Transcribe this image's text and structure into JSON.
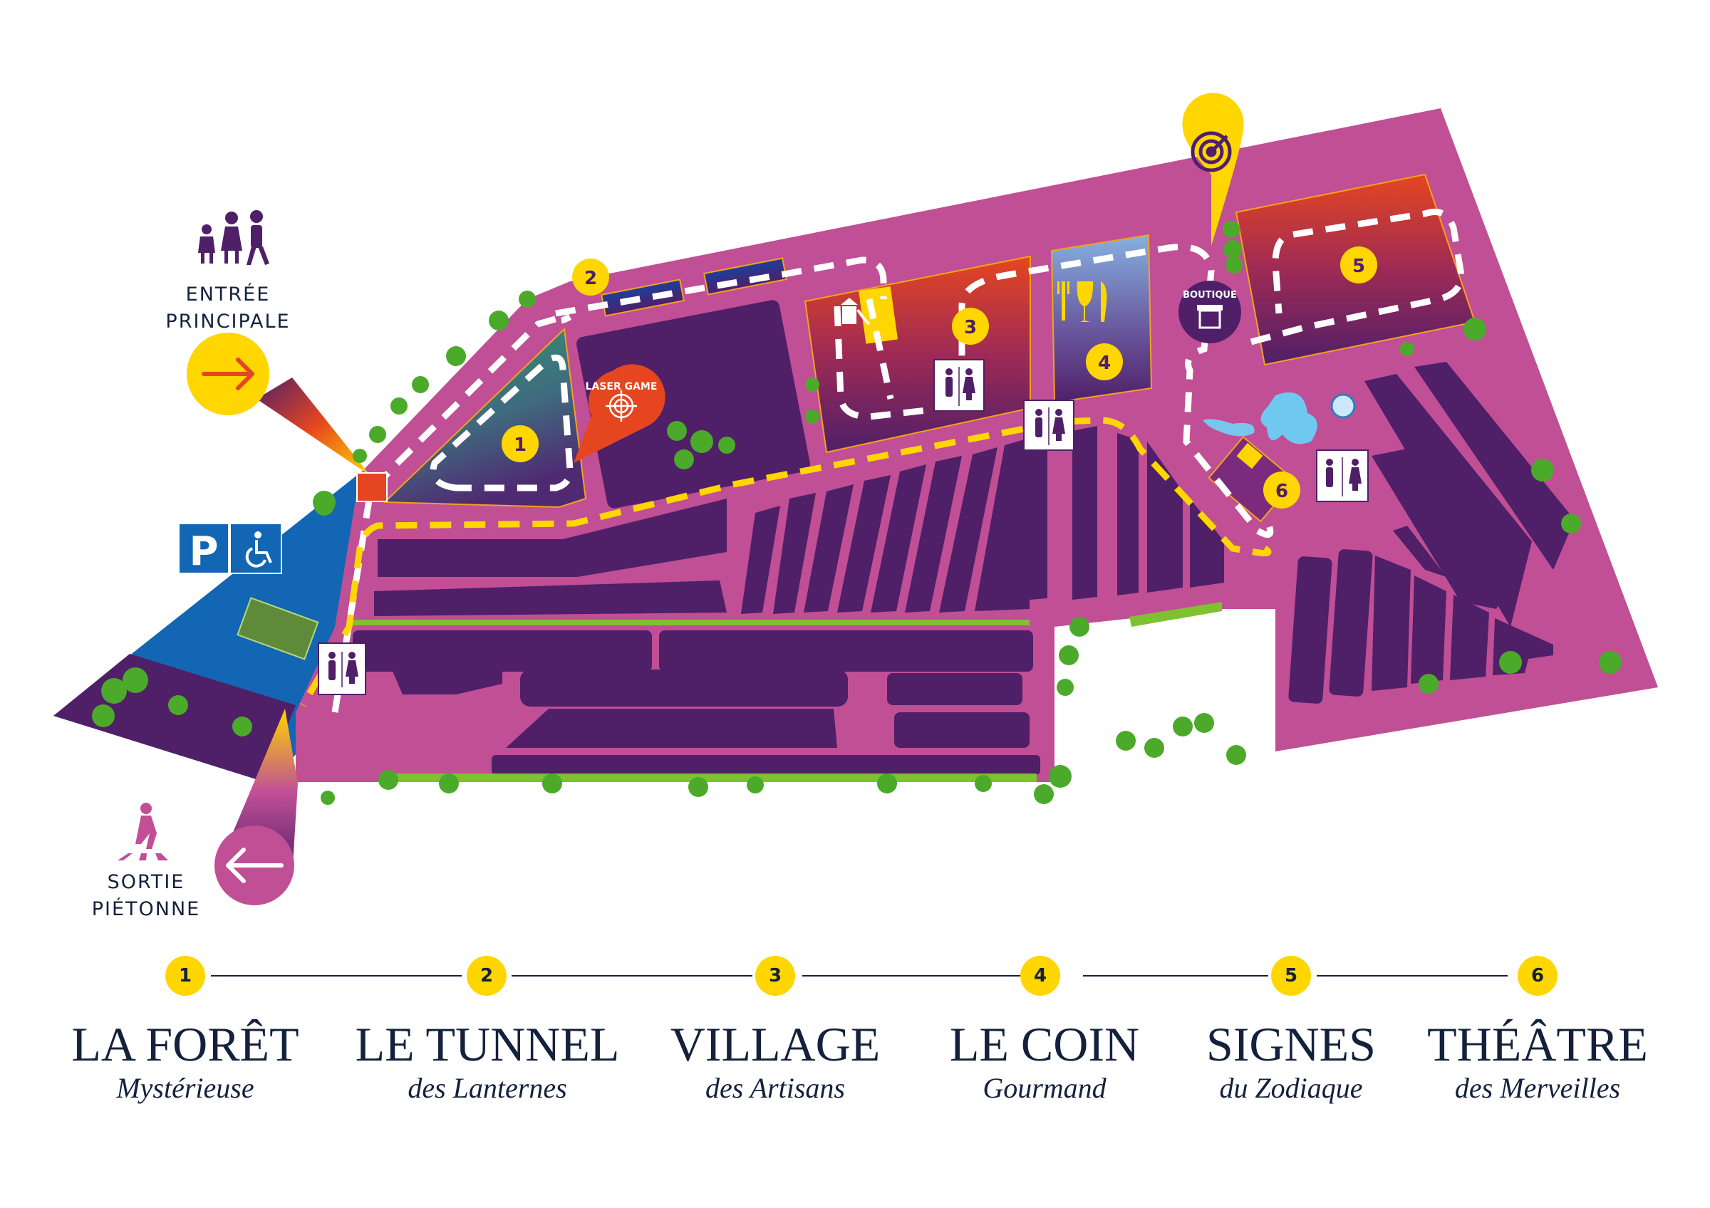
{
  "map": {
    "colors": {
      "ground": "#c04f96",
      "stall": "#4f1f68",
      "parking": "#1366b3",
      "accent_yellow": "#ffd600",
      "laser_orange": "#e5461f",
      "path_white": "#ffffff",
      "text_navy": "#14213d",
      "hedge_green": "#7fc130"
    },
    "entrance": {
      "label_line1": "ENTRÉE",
      "label_line2": "PRINCIPALE",
      "icon": "family-walking-icon",
      "arrow_icon": "arrow-right-icon"
    },
    "exit": {
      "label_line1": "SORTIE",
      "label_line2": "PIÉTONNE",
      "icon": "pedestrian-crossing-icon",
      "arrow_icon": "arrow-left-icon"
    },
    "parking": {
      "p_label": "P",
      "accessible_icon": "wheelchair-icon"
    },
    "markers": {
      "laser_game": "LASER GAME",
      "boutique": "BOUTIQUE",
      "target_icon": "target-dart-icon",
      "restaurant_icon": "fork-glass-knife-icon",
      "playground_icon": "playground-slide-icon",
      "toilets_icon": "toilets-icon"
    },
    "zones": [
      {
        "num": "1"
      },
      {
        "num": "2"
      },
      {
        "num": "3"
      },
      {
        "num": "4"
      },
      {
        "num": "5"
      },
      {
        "num": "6"
      }
    ]
  },
  "legend": {
    "items": [
      {
        "num": "1",
        "title": "LA FORÊT",
        "subtitle": "Mystérieuse"
      },
      {
        "num": "2",
        "title": "LE TUNNEL",
        "subtitle": "des Lanternes"
      },
      {
        "num": "3",
        "title": "VILLAGE",
        "subtitle": "des Artisans"
      },
      {
        "num": "4",
        "title": "LE COIN",
        "subtitle": "Gourmand"
      },
      {
        "num": "5",
        "title": "SIGNES",
        "subtitle": "du Zodiaque"
      },
      {
        "num": "6",
        "title": "THÉÂTRE",
        "subtitle": "des Merveilles"
      }
    ]
  }
}
